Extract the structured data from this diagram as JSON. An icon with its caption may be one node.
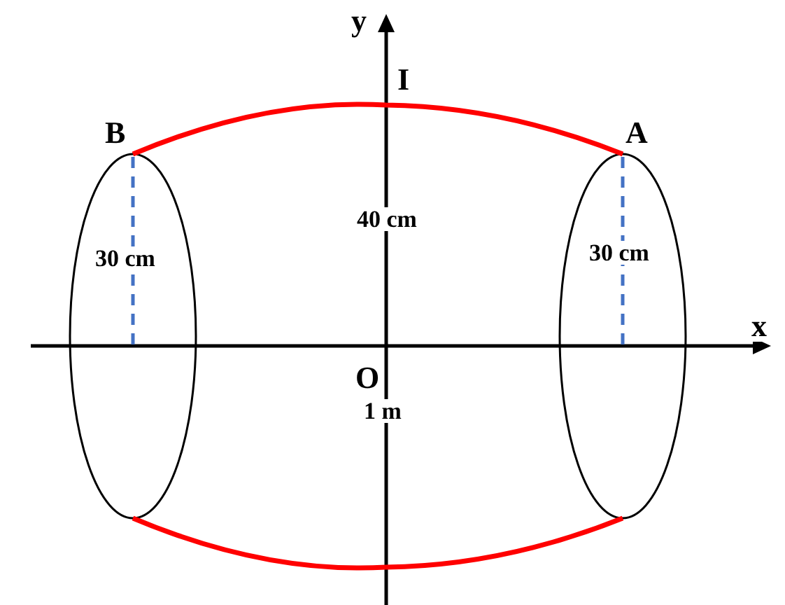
{
  "diagram": {
    "labels": [
      "y",
      "I",
      "B",
      "A",
      "40 cm",
      "30 cm",
      "30 cm",
      "x",
      "O",
      "1 m"
    ]
  }
}
